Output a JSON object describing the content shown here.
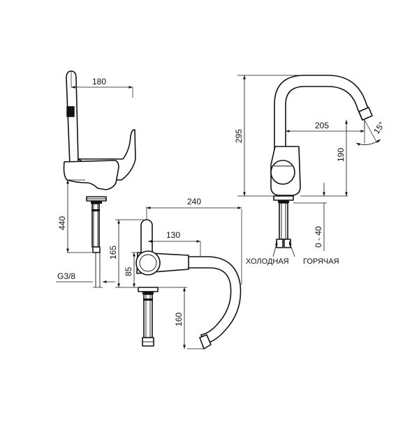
{
  "colors": {
    "line": "#111111",
    "background": "#ffffff"
  },
  "dimensions": {
    "d180": "180",
    "d440": "440",
    "thread": "G3/8",
    "d240": "240",
    "d130": "130",
    "d165": "165",
    "d85": "85",
    "d160": "160",
    "d295": "295",
    "d205": "205",
    "d190": "190",
    "angle": "15°",
    "range": "0 - 40"
  },
  "labels": {
    "cold": "ХОЛОДНАЯ",
    "hot": "ГОРЯЧАЯ"
  }
}
